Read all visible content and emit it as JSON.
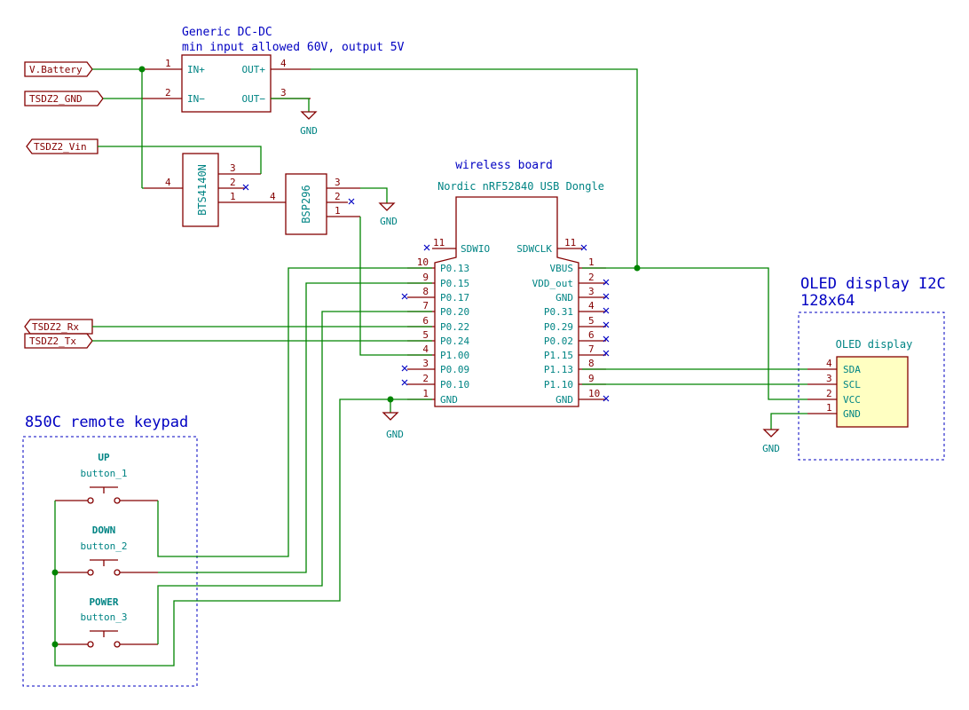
{
  "dcdc": {
    "title": "Generic DC-DC",
    "subtitle": "min input allowed 60V, output 5V",
    "pins": [
      {
        "num": "1",
        "name": "IN+"
      },
      {
        "num": "2",
        "name": "IN−"
      },
      {
        "num": "4",
        "name": "OUT+"
      },
      {
        "num": "3",
        "name": "OUT−"
      }
    ]
  },
  "labels": {
    "vbattery": "V.Battery",
    "gnd_in": "TSDZ2_GND",
    "vin": "TSDZ2_Vin",
    "rx": "TSDZ2_Rx",
    "tx": "TSDZ2_Tx"
  },
  "bts": {
    "ref": "BTS4140N",
    "pins": [
      "3",
      "2",
      "1",
      "4"
    ]
  },
  "bsp": {
    "ref": "BSP296",
    "pins": [
      "3",
      "2",
      "1",
      "4"
    ]
  },
  "gnd": "GND",
  "wireless": {
    "title": "wireless board",
    "value": "Nordic nRF52840 USB Dongle",
    "top_left": {
      "num": "11",
      "name": "SDWIO"
    },
    "top_right": {
      "num": "11",
      "name": "SDWCLK"
    },
    "left_pins": [
      {
        "num": "10",
        "name": "P0.13"
      },
      {
        "num": "9",
        "name": "P0.15"
      },
      {
        "num": "8",
        "name": "P0.17"
      },
      {
        "num": "7",
        "name": "P0.20"
      },
      {
        "num": "6",
        "name": "P0.22"
      },
      {
        "num": "5",
        "name": "P0.24"
      },
      {
        "num": "4",
        "name": "P1.00"
      },
      {
        "num": "3",
        "name": "P0.09"
      },
      {
        "num": "2",
        "name": "P0.10"
      },
      {
        "num": "1",
        "name": "GND"
      }
    ],
    "right_pins": [
      {
        "num": "1",
        "name": "VBUS"
      },
      {
        "num": "2",
        "name": "VDD_out"
      },
      {
        "num": "3",
        "name": "GND"
      },
      {
        "num": "4",
        "name": "P0.31"
      },
      {
        "num": "5",
        "name": "P0.29"
      },
      {
        "num": "6",
        "name": "P0.02"
      },
      {
        "num": "7",
        "name": "P1.15"
      },
      {
        "num": "8",
        "name": "P1.13"
      },
      {
        "num": "9",
        "name": "P1.10"
      },
      {
        "num": "10",
        "name": "GND"
      }
    ]
  },
  "oled": {
    "title": "OLED display I2C",
    "subtitle": "128x64",
    "value": "OLED display",
    "pins": [
      {
        "num": "4",
        "name": "SDA"
      },
      {
        "num": "3",
        "name": "SCL"
      },
      {
        "num": "2",
        "name": "VCC"
      },
      {
        "num": "1",
        "name": "GND"
      }
    ]
  },
  "keypad": {
    "title": "850C remote keypad",
    "buttons": [
      {
        "label": "UP",
        "ref": "button_1"
      },
      {
        "label": "DOWN",
        "ref": "button_2"
      },
      {
        "label": "POWER",
        "ref": "button_3"
      }
    ]
  },
  "colors": {
    "wire": "#008400",
    "component": "#840000",
    "pin_text": "#008484",
    "annotation": "#0000c2",
    "oled_fill": "#ffffc2"
  }
}
